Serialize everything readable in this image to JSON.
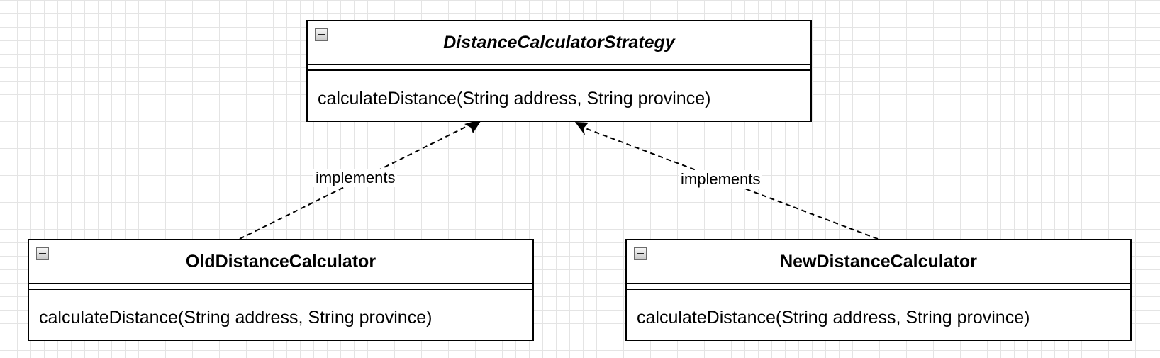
{
  "diagram": {
    "type": "uml-class-diagram",
    "interface": {
      "name": "DistanceCalculatorStrategy",
      "method": "calculateDistance(String address, String province)"
    },
    "classes": [
      {
        "name": "OldDistanceCalculator",
        "method": "calculateDistance(String address, String province)"
      },
      {
        "name": "NewDistanceCalculator",
        "method": "calculateDistance(String address, String province)"
      }
    ],
    "relations": [
      {
        "from": "OldDistanceCalculator",
        "to": "DistanceCalculatorStrategy",
        "label": "implements",
        "style": "dashed"
      },
      {
        "from": "NewDistanceCalculator",
        "to": "DistanceCalculatorStrategy",
        "label": "implements",
        "style": "dashed"
      }
    ],
    "colors": {
      "background": "#ffffff",
      "grid": "#e4e4e4",
      "stroke": "#000000"
    }
  }
}
